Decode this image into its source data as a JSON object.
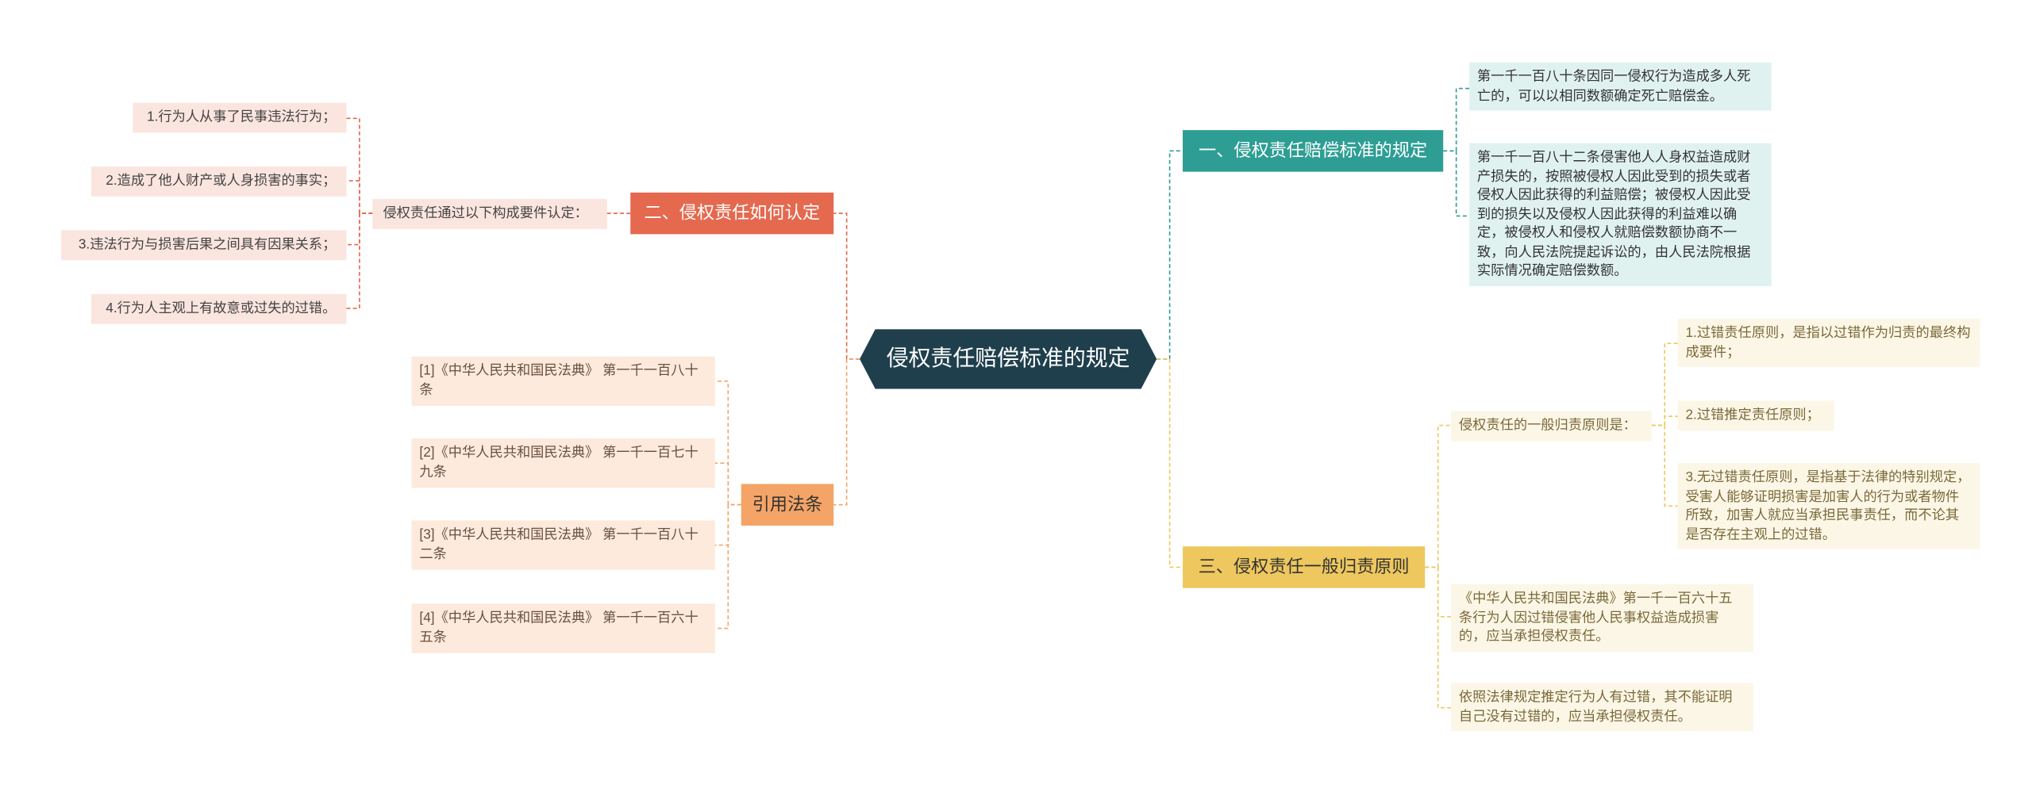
{
  "root": {
    "label": "侵权责任赔偿标准的规定"
  },
  "branches": {
    "standard": {
      "label": "一、侵权责任赔偿标准的规定",
      "items": [
        "第一千一百八十条因同一侵权行为造成多人死亡的，可以以相同数额确定死亡赔偿金。",
        "第一千一百八十二条侵害他人人身权益造成财产损失的，按照被侵权人因此受到的损失或者侵权人因此获得的利益赔偿；被侵权人因此受到的损失以及侵权人因此获得的利益难以确定，被侵权人和侵权人就赔偿数额协商不一致，向人民法院提起诉讼的，由人民法院根据实际情况确定赔偿数额。"
      ]
    },
    "identify": {
      "label": "二、侵权责任如何认定",
      "middle": "侵权责任通过以下构成要件认定：",
      "items": [
        "1.行为人从事了民事违法行为；",
        "2.造成了他人财产或人身损害的事实；",
        "3.违法行为与损害后果之间具有因果关系；",
        "4.行为人主观上有故意或过失的过错。"
      ]
    },
    "principle": {
      "label": "三、侵权责任一般归责原则",
      "middle": "侵权责任的一般归责原则是：",
      "principles": [
        "1.过错责任原则，是指以过错作为归责的最终构成要件；",
        "2.过错推定责任原则；",
        "3.无过错责任原则，是指基于法律的特别规定，受害人能够证明损害是加害人的行为或者物件所致，加害人就应当承担民事责任，而不论其是否存在主观上的过错。"
      ],
      "extra": [
        "《中华人民共和国民法典》第一千一百六十五条行为人因过错侵害他人民事权益造成损害的，应当承担侵权责任。",
        "依照法律规定推定行为人有过错，其不能证明自己没有过错的，应当承担侵权责任。"
      ]
    },
    "refs": {
      "label": "引用法条",
      "items": [
        "[1]《中华人民共和国民法典》 第一千一百八十条",
        "[2]《中华人民共和国民法典》 第一千一百七十九条",
        "[3]《中华人民共和国民法典》 第一千一百八十二条",
        "[4]《中华人民共和国民法典》 第一千一百六十五条"
      ]
    }
  },
  "colors": {
    "root": "#1f3f4d",
    "standard": "#2e9e94",
    "identify": "#e4694f",
    "principle": "#eec85e",
    "refs": "#f4a466"
  }
}
